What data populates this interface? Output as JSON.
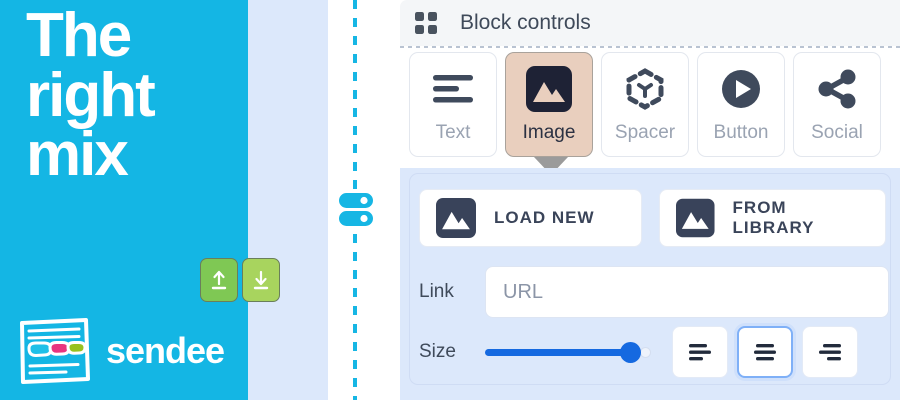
{
  "preview": {
    "headline_lines": [
      "The",
      "right",
      "mix"
    ],
    "brand_name": "sendee",
    "brand_mark_icon": "newsletter-sketch-icon",
    "colors": {
      "cyan": "#14b6e4",
      "panel": "#dce8fb",
      "green_up": "#7fc854",
      "green_down": "#a8d45e"
    },
    "move_up": {
      "icon": "arrow-up-icon",
      "label": ""
    },
    "move_down": {
      "icon": "arrow-down-icon",
      "label": ""
    }
  },
  "divider": {
    "handle_icon": "sliders-handle-icon",
    "color": "#16b6e4"
  },
  "controls": {
    "header": {
      "icon": "grid-2x2-icon",
      "title": "Block controls"
    },
    "tabs": [
      {
        "label": "Text",
        "icon": "text-lines-icon",
        "selected": false
      },
      {
        "label": "Image",
        "icon": "image-icon",
        "selected": true
      },
      {
        "label": "Spacer",
        "icon": "spacer-hex-icon",
        "selected": false
      },
      {
        "label": "Button",
        "icon": "play-circle-icon",
        "selected": false
      },
      {
        "label": "Social",
        "icon": "share-icon",
        "selected": false
      }
    ],
    "selected_tab": "Image",
    "source_buttons": [
      {
        "label": "LOAD NEW",
        "icon": "image-icon"
      },
      {
        "label": "FROM LIBRARY",
        "icon": "image-icon"
      }
    ],
    "link": {
      "label": "Link",
      "value": "",
      "placeholder": "URL"
    },
    "size": {
      "label": "Size",
      "value": 93,
      "min": 0,
      "max": 100,
      "accent": "#1569e0"
    },
    "alignment": {
      "options": [
        {
          "name": "align-left",
          "icon": "align-left-icon",
          "selected": false
        },
        {
          "name": "align-center",
          "icon": "align-center-icon",
          "selected": true
        },
        {
          "name": "align-right",
          "icon": "align-right-icon",
          "selected": false
        }
      ],
      "selected": "align-center"
    }
  }
}
